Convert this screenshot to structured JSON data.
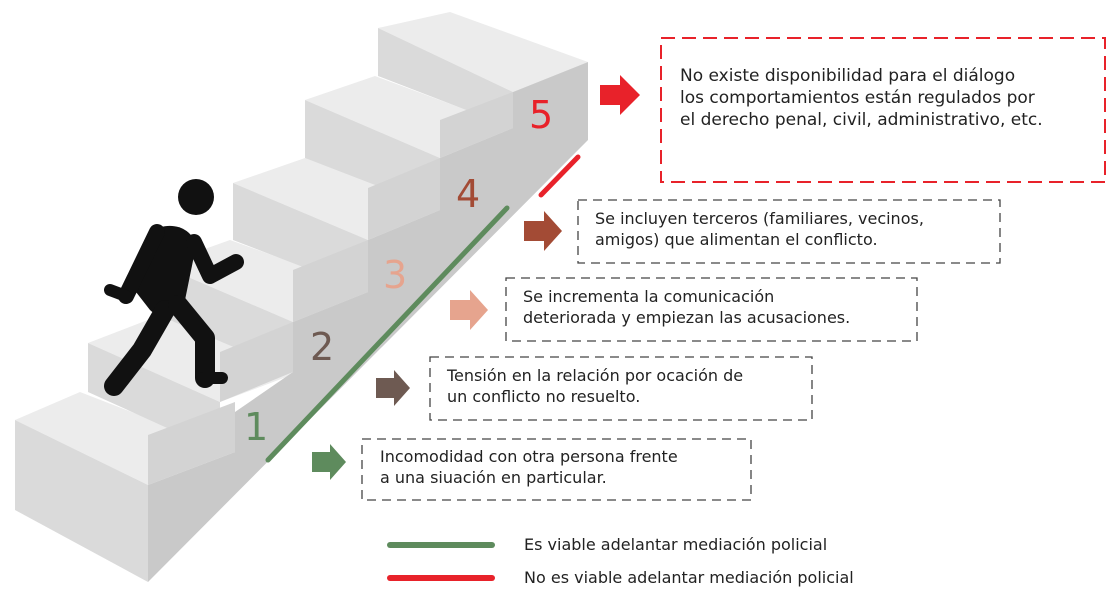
{
  "steps": [
    {
      "number": "1",
      "color": "#5e8b5d",
      "text": [
        "Incomodidad con otra persona frente",
        "a una siuación en particular."
      ]
    },
    {
      "number": "2",
      "color": "#6e5a52",
      "text": [
        "Tensión en la relación por ocación de",
        "un conflicto no resuelto."
      ]
    },
    {
      "number": "3",
      "color": "#e6a48e",
      "text": [
        "Se incrementa la comunicación",
        "deteriorada y empiezan las acusaciones."
      ]
    },
    {
      "number": "4",
      "color": "#a34b35",
      "text": [
        "Se incluyen terceros (familiares, vecinos,",
        "amigos) que alimentan el conflicto."
      ]
    },
    {
      "number": "5",
      "color": "#e8222a",
      "text": [
        "No existe disponibilidad para el diálogo",
        "los comportamientos están regulados por",
        "el derecho penal, civil, administrativo, etc."
      ]
    }
  ],
  "legend": [
    {
      "color": "#5e8b5d",
      "label": "Es viable adelantar mediación policial"
    },
    {
      "color": "#e8222a",
      "label": "No es viable adelantar mediación policial"
    }
  ],
  "icons": {
    "person": "person-climbing-icon",
    "arrow": "arrow-right-icon"
  }
}
